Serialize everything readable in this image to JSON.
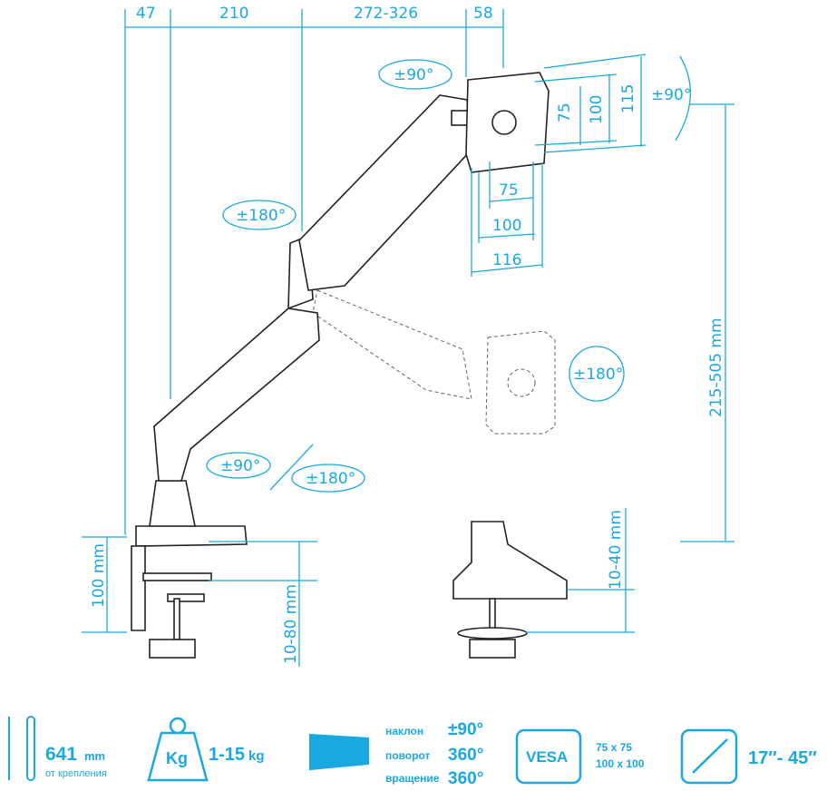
{
  "dimensions": {
    "top": [
      "47",
      "210",
      "272-326",
      "58"
    ],
    "vesa_vertical": [
      "75",
      "100",
      "115"
    ],
    "vesa_horizontal": [
      "75",
      "100",
      "116"
    ],
    "height_range": "215-505 mm",
    "clamp_height": "100 mm",
    "desk_thickness_clamp": "10-80 mm",
    "desk_thickness_grommet": "10-40 mm"
  },
  "rotations": {
    "head_tilt": "±90°",
    "monitor_rotate": "±90°",
    "arm_swivel": "±180°",
    "ghost_rotate": "±180°",
    "base_tilt": "±90°",
    "base_swivel": "±180°"
  },
  "specs": {
    "reach_value": "641",
    "reach_unit": "mm",
    "reach_caption": "от крепления",
    "weight_icon_label": "Kg",
    "weight_value": "1-15",
    "weight_unit": "kg",
    "tilt_label": "наклон",
    "tilt_value": "±90°",
    "swivel_label": "поворот",
    "swivel_value": "360°",
    "rotate_label": "вращение",
    "rotate_value": "360°",
    "vesa_label": "VESA",
    "vesa_sizes": [
      "75 x 75",
      "100 x 100"
    ],
    "screen_size": "17″- 45″"
  },
  "colors": {
    "accent": "#1aa8e0",
    "line": "#222222"
  }
}
